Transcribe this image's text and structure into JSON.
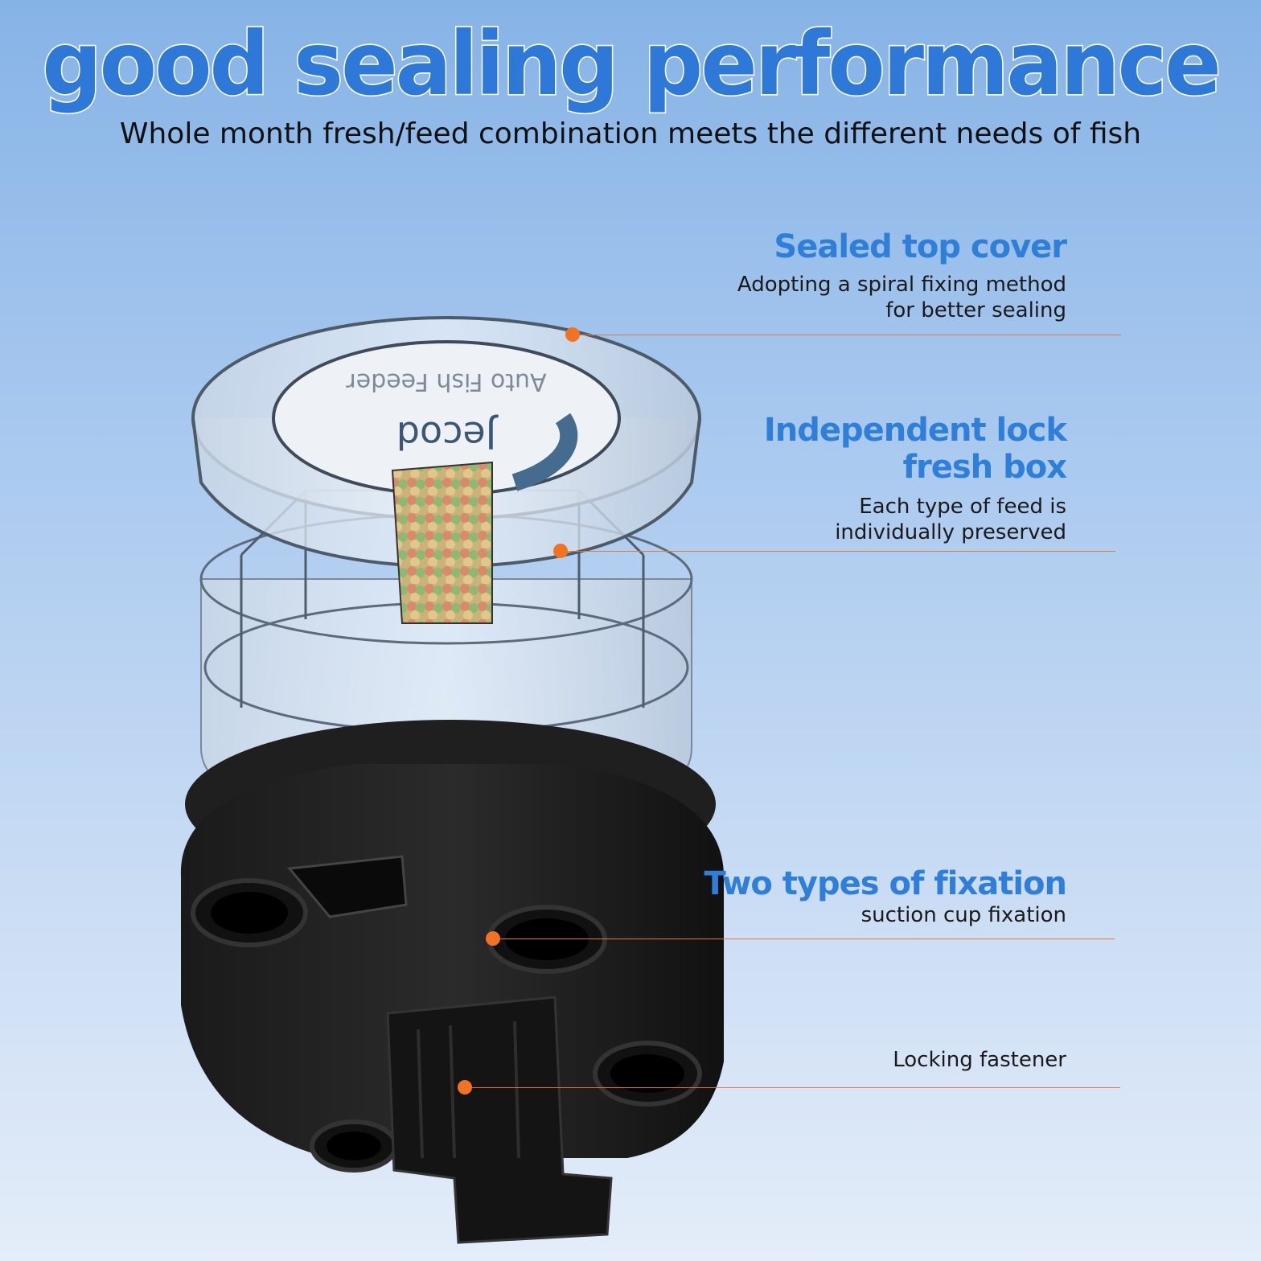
{
  "header": {
    "title": "good sealing performance",
    "subtitle": "Whole month fresh/feed combination meets the different needs of fish"
  },
  "features": [
    {
      "title_lines": [
        "Sealed top cover"
      ],
      "desc_lines": [
        "Adopting a spiral fixing method",
        "for better sealing"
      ]
    },
    {
      "title_lines": [
        "Independent lock",
        "fresh box"
      ],
      "desc_lines": [
        "Each type of feed is",
        "individually preserved"
      ]
    },
    {
      "title_lines": [
        "Two types of fixation"
      ],
      "desc_lines": [
        "suction cup fixation"
      ]
    },
    {
      "title_lines": [],
      "desc_lines": [
        "Locking fastener"
      ]
    }
  ],
  "product": {
    "lid_text_1": "Auto Fish Feeder",
    "lid_text_2": "Jecod"
  },
  "colors": {
    "accent_blue": "#2f7fd9",
    "callout_orange": "#f07323"
  }
}
